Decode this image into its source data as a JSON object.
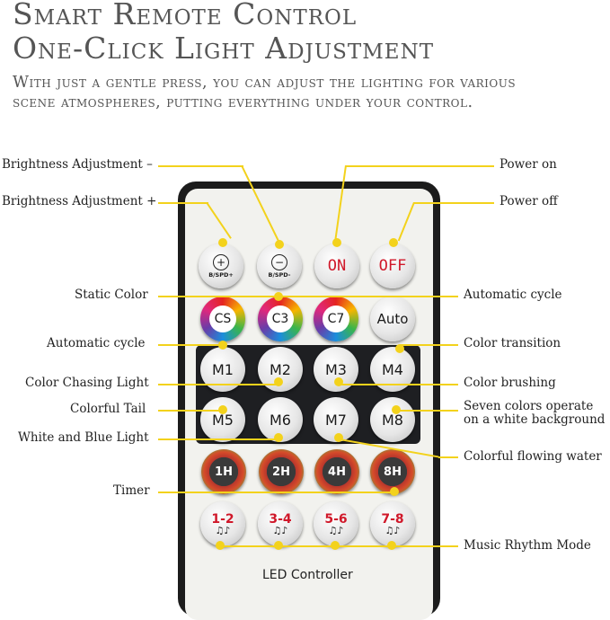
{
  "heading": {
    "line1": "Smart Remote Control",
    "line2": "One-Click Light Adjustment",
    "sub1": "With just a gentle press, you can adjust the lighting for various",
    "sub2": "scene atmospheres, putting everything under your control."
  },
  "remote": {
    "buttons": {
      "b_down": "B/SPD-",
      "b_up": "B/SPD+",
      "on": "ON",
      "off": "OFF",
      "cs": "CS",
      "c3": "C3",
      "c7": "C7",
      "auto": "Auto",
      "m1": "M1",
      "m2": "M2",
      "m3": "M3",
      "m4": "M4",
      "m5": "M5",
      "m6": "M6",
      "m7": "M7",
      "m8": "M8",
      "t1": "1H",
      "t2": "2H",
      "t4": "4H",
      "t8": "8H",
      "mu1": "1-2",
      "mu2": "3-4",
      "mu3": "5-6",
      "mu4": "7-8"
    },
    "footer": "LED Controller"
  },
  "labels": {
    "brightness_minus": "Brightness Adjustment –",
    "brightness_plus": "Brightness Adjustment +",
    "power_on": "Power on",
    "power_off": "Power off",
    "static_color": "Static Color",
    "auto_cycle_right": "Automatic cycle",
    "auto_cycle_left": "Automatic cycle",
    "color_transition": "Color transition",
    "color_chasing": "Color Chasing Light",
    "color_brushing": "Color brushing",
    "colorful_tail": "Colorful Tail",
    "seven_colors_1": "Seven colors operate",
    "seven_colors_2": "on a white background",
    "white_blue": "White and Blue Light",
    "flowing_water": "Colorful flowing water",
    "timer": "Timer",
    "music": "Music Rhythm Mode"
  },
  "colors": {
    "leader": "#f3d21c",
    "accent_red": "#d0182a",
    "remote_body": "#1c1c1c"
  }
}
